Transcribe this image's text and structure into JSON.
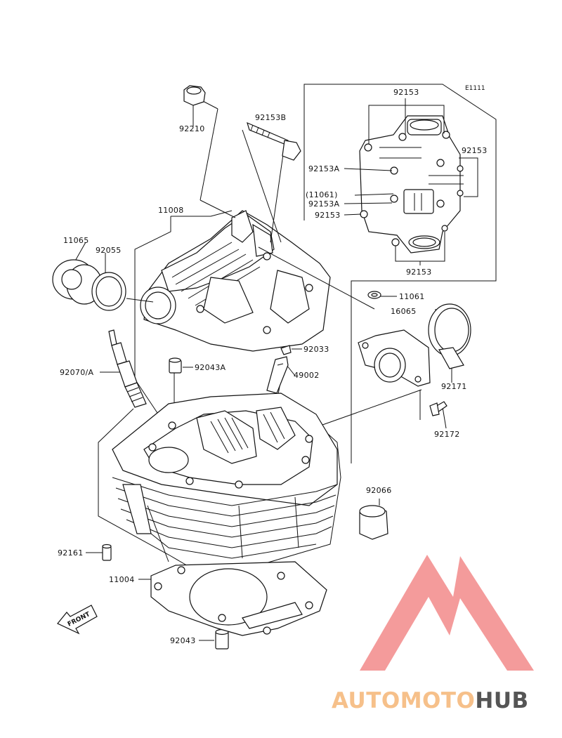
{
  "diagram": {
    "code": "E1111",
    "front_label": "FRONT",
    "parts": [
      "92210",
      "92153B",
      "11008",
      "11065",
      "92055",
      "92070/A",
      "92043A",
      "92033",
      "49002",
      "11061",
      "16065",
      "92171",
      "92172",
      "92066",
      "92161",
      "11004",
      "92043",
      "92153",
      "92153",
      "92153A",
      "(11061)",
      "92153A",
      "92153",
      "92153"
    ]
  },
  "watermark": {
    "brand_part1": "AUTOMOTO",
    "brand_part2": "HUB",
    "color_part1": "#f6c08a",
    "color_part2": "#555555",
    "logo_color": "#f28a8a"
  }
}
